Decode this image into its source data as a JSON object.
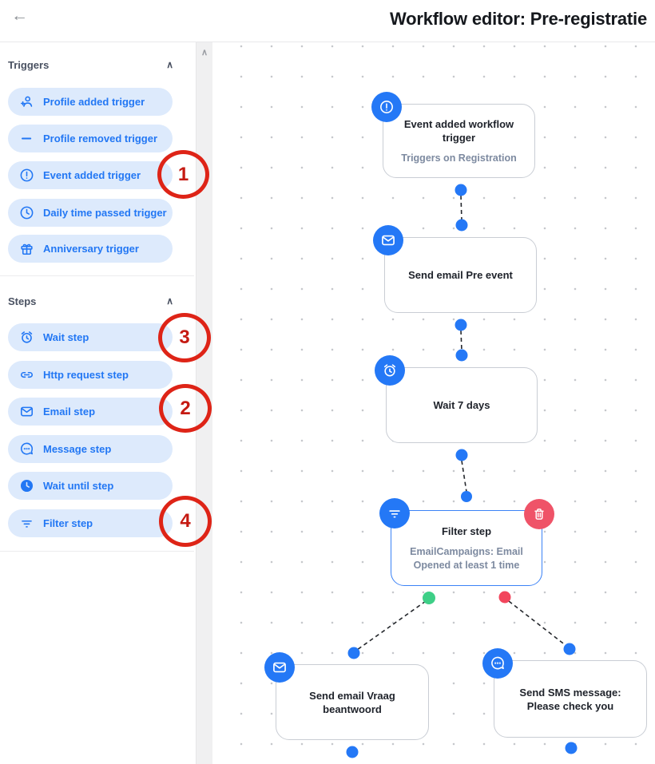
{
  "header": {
    "title": "Workflow editor: Pre-registratie",
    "back_glyph": "←"
  },
  "icons": {
    "collapse_glyph": "∧",
    "scroll_up_glyph": "∧"
  },
  "colors": {
    "accent_blue": "#2478f6",
    "pill_background": "#ddeafc",
    "pill_text": "#2277f4",
    "node_border": "#c9cdd4",
    "selected_node_border": "#3b82f6",
    "delete_badge": "#ef5368",
    "branch_true_dot": "#3ecf87",
    "branch_false_dot": "#f2455c",
    "annotation_red": "#de2417"
  },
  "sidebar": {
    "triggers": {
      "label": "Triggers",
      "items": [
        {
          "label": "Profile added trigger",
          "icon": "person-add-icon"
        },
        {
          "label": "Profile removed trigger",
          "icon": "minus-icon"
        },
        {
          "label": "Event added trigger",
          "icon": "exclamation-circle-icon"
        },
        {
          "label": "Daily time passed trigger",
          "icon": "clock-icon"
        },
        {
          "label": "Anniversary trigger",
          "icon": "gift-icon"
        }
      ]
    },
    "steps": {
      "label": "Steps",
      "items": [
        {
          "label": "Wait step",
          "icon": "alarm-clock-icon"
        },
        {
          "label": "Http request step",
          "icon": "link-icon"
        },
        {
          "label": "Email step",
          "icon": "envelope-icon"
        },
        {
          "label": "Message step",
          "icon": "chat-bubble-icon"
        },
        {
          "label": "Wait until step",
          "icon": "clock-filled-icon"
        },
        {
          "label": "Filter step",
          "icon": "filter-icon"
        }
      ]
    }
  },
  "canvas": {
    "nodes": {
      "event_trigger": {
        "title": "Event added workflow trigger",
        "subtitle": "Triggers on Registration",
        "icon": "exclamation-circle-icon"
      },
      "send_email_pre": {
        "title": "Send email Pre event",
        "icon": "envelope-icon"
      },
      "wait_7_days": {
        "title": "Wait 7 days",
        "icon": "alarm-clock-icon"
      },
      "filter_step": {
        "title": "Filter step",
        "subtitle": "EmailCampaigns: Email Opened at least 1 time",
        "icon": "filter-icon",
        "delete_icon": "trash-icon"
      },
      "send_email_vraag": {
        "title": "Send email Vraag beantwoord",
        "icon": "envelope-icon"
      },
      "send_sms": {
        "title": "Send SMS message: Please check you",
        "icon": "chat-bubble-icon"
      }
    }
  },
  "annotations": {
    "circles": [
      {
        "number": "1"
      },
      {
        "number": "3"
      },
      {
        "number": "2"
      },
      {
        "number": "4"
      }
    ]
  }
}
